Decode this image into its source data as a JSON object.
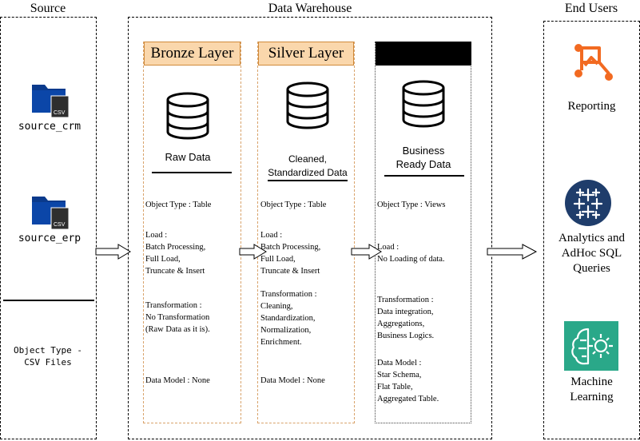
{
  "sections": {
    "source": "Source",
    "warehouse": "Data Warehouse",
    "end_users": "End Users"
  },
  "source": {
    "files": [
      "source_crm",
      "source_erp"
    ],
    "file_badge": "CSV",
    "object_type": "Object Type -\nCSV Files"
  },
  "layers": [
    {
      "title": "Bronze Layer",
      "subtitle": "Raw Data",
      "object_type": "Object Type : Table",
      "load": "Load :\nBatch Processing,\nFull Load,\nTruncate & Insert",
      "transformation": "Transformation :\nNo Transformation\n(Raw Data as it is).",
      "data_model": "Data Model : None"
    },
    {
      "title": "Silver Layer",
      "subtitle": "Cleaned,\nStandardized Data",
      "object_type": "Object Type : Table",
      "load": "Load :\nBatch Processing,\nFull Load,\nTruncate & Insert",
      "transformation": "Transformation :\nCleaning,\nStandardization,\nNormalization,\nEnrichment.",
      "data_model": "Data Model : None"
    },
    {
      "title": "",
      "subtitle": "Business\nReady Data",
      "object_type": "Object Type : Views",
      "load": "Load :\nNo Loading of data.",
      "transformation": "Transformation :\nData integration,\nAggregations,\nBusiness Logics.",
      "data_model": "Data Model :\nStar Schema,\nFlat Table,\nAggregated Table."
    }
  ],
  "end_users": [
    {
      "label": "Reporting",
      "icon": "reporting-icon",
      "color": "#f26a21"
    },
    {
      "label": "Analytics and\nAdHoc SQL\nQueries",
      "icon": "tableau-icon",
      "color": "#1f3d6b"
    },
    {
      "label": "Machine\nLearning",
      "icon": "ml-brain-icon",
      "color": "#2aa889"
    }
  ],
  "colors": {
    "layer_header_fill": "#fad7ac",
    "layer_header_border": "#d08a3a",
    "folder_blue": "#0a3a8c"
  }
}
